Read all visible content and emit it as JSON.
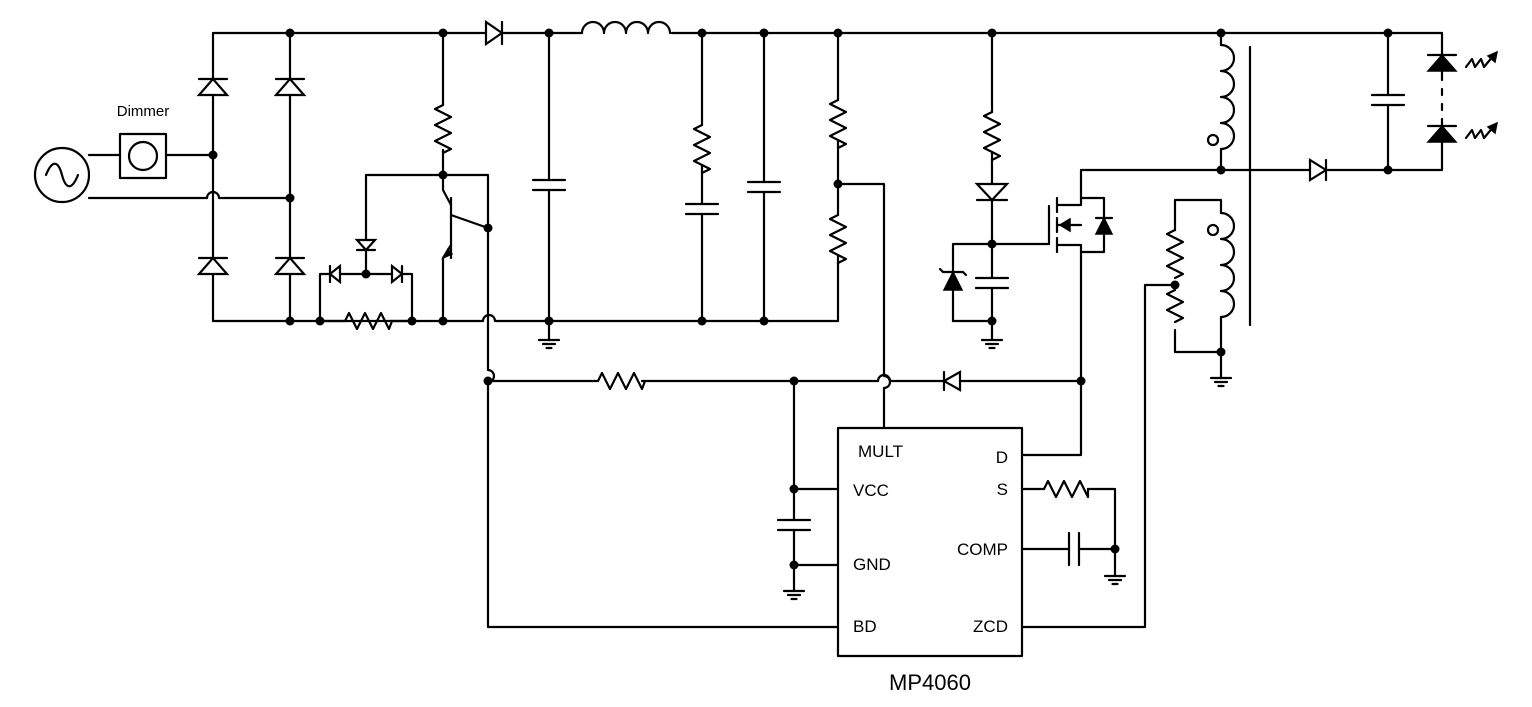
{
  "diagram": {
    "ic_name": "MP4060",
    "dimmer_label": "Dimmer",
    "pins_left": [
      "MULT",
      "VCC",
      "GND",
      "BD"
    ],
    "pins_right": [
      "D",
      "S",
      "COMP",
      "ZCD"
    ]
  }
}
